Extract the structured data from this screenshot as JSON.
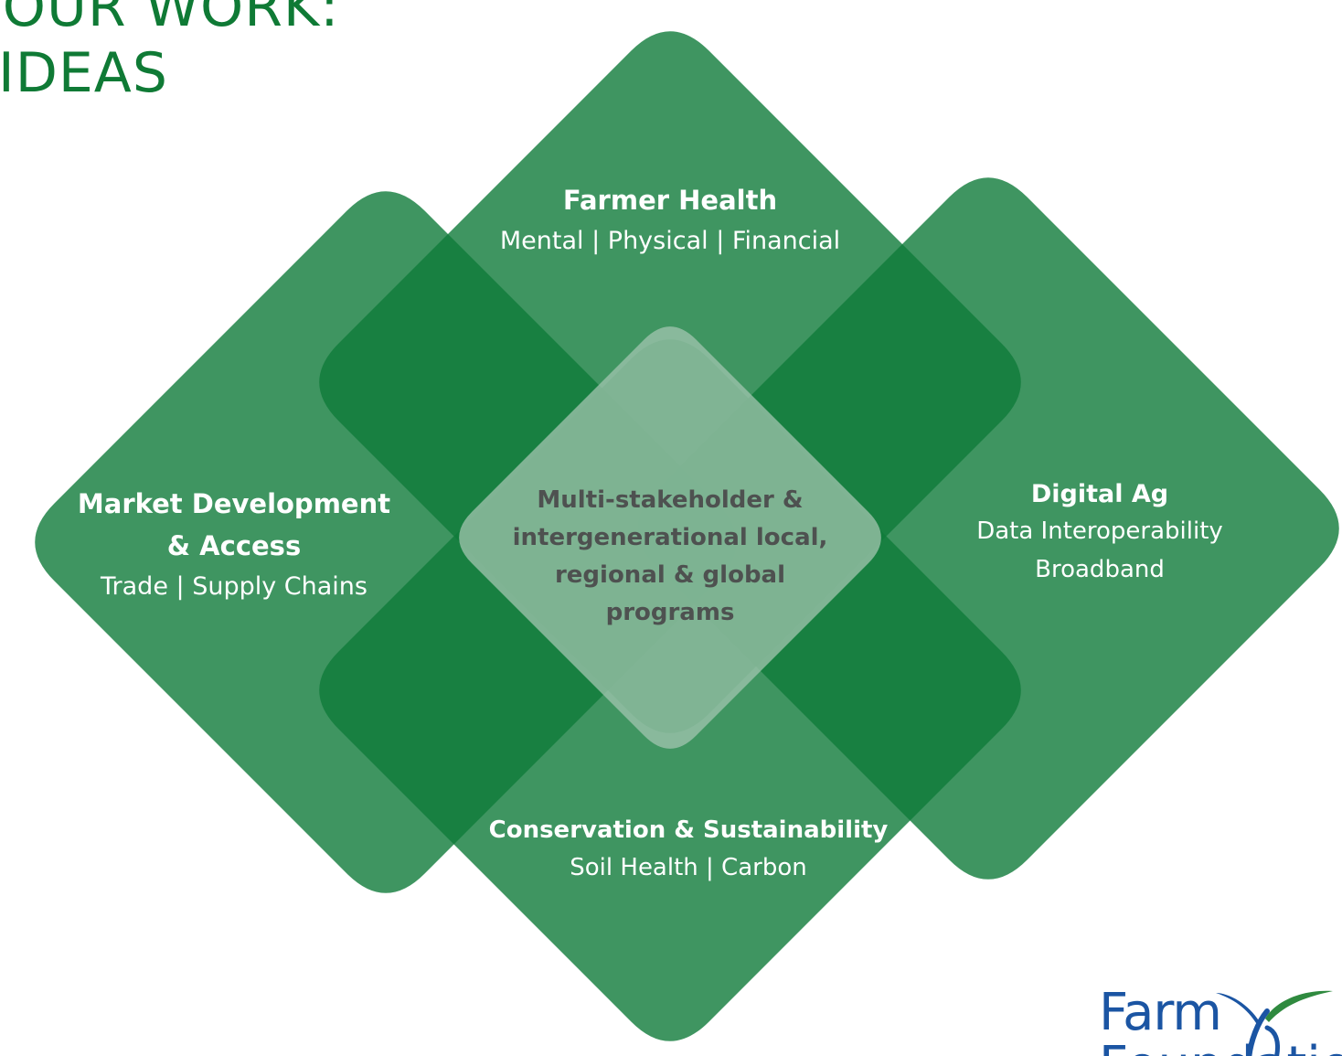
{
  "title": {
    "line1": "R OUR WORK:",
    "line2": "IDEAS"
  },
  "colors": {
    "diamond_fill": "#0f7a3a",
    "overlap_fill": "#157a3f",
    "center_fill": "#a3c5b0",
    "title_color": "#0f7a35",
    "center_text": "#4e5150",
    "logo_blue": "#1b55a3",
    "logo_green": "#2f8a3f"
  },
  "pillars": {
    "top": {
      "heading": "Farmer Health",
      "subtitle": "Mental | Physical | Financial"
    },
    "left": {
      "heading_line1": "Market Development",
      "heading_line2": "& Access",
      "subtitle": "Trade | Supply Chains"
    },
    "right": {
      "heading": "Digital Ag",
      "subtitle_line1": "Data Interoperability",
      "subtitle_line2": "Broadband"
    },
    "bottom": {
      "heading": "Conservation & Sustainability",
      "subtitle": "Soil Health | Carbon"
    }
  },
  "center": {
    "line1": "Multi-stakeholder &",
    "line2": "intergenerational local,",
    "line3": "regional & global",
    "line4": "programs"
  },
  "logo": {
    "text_line1": "Farm",
    "text_line2": "Foundation",
    "icon": "sprout-logo-icon"
  }
}
